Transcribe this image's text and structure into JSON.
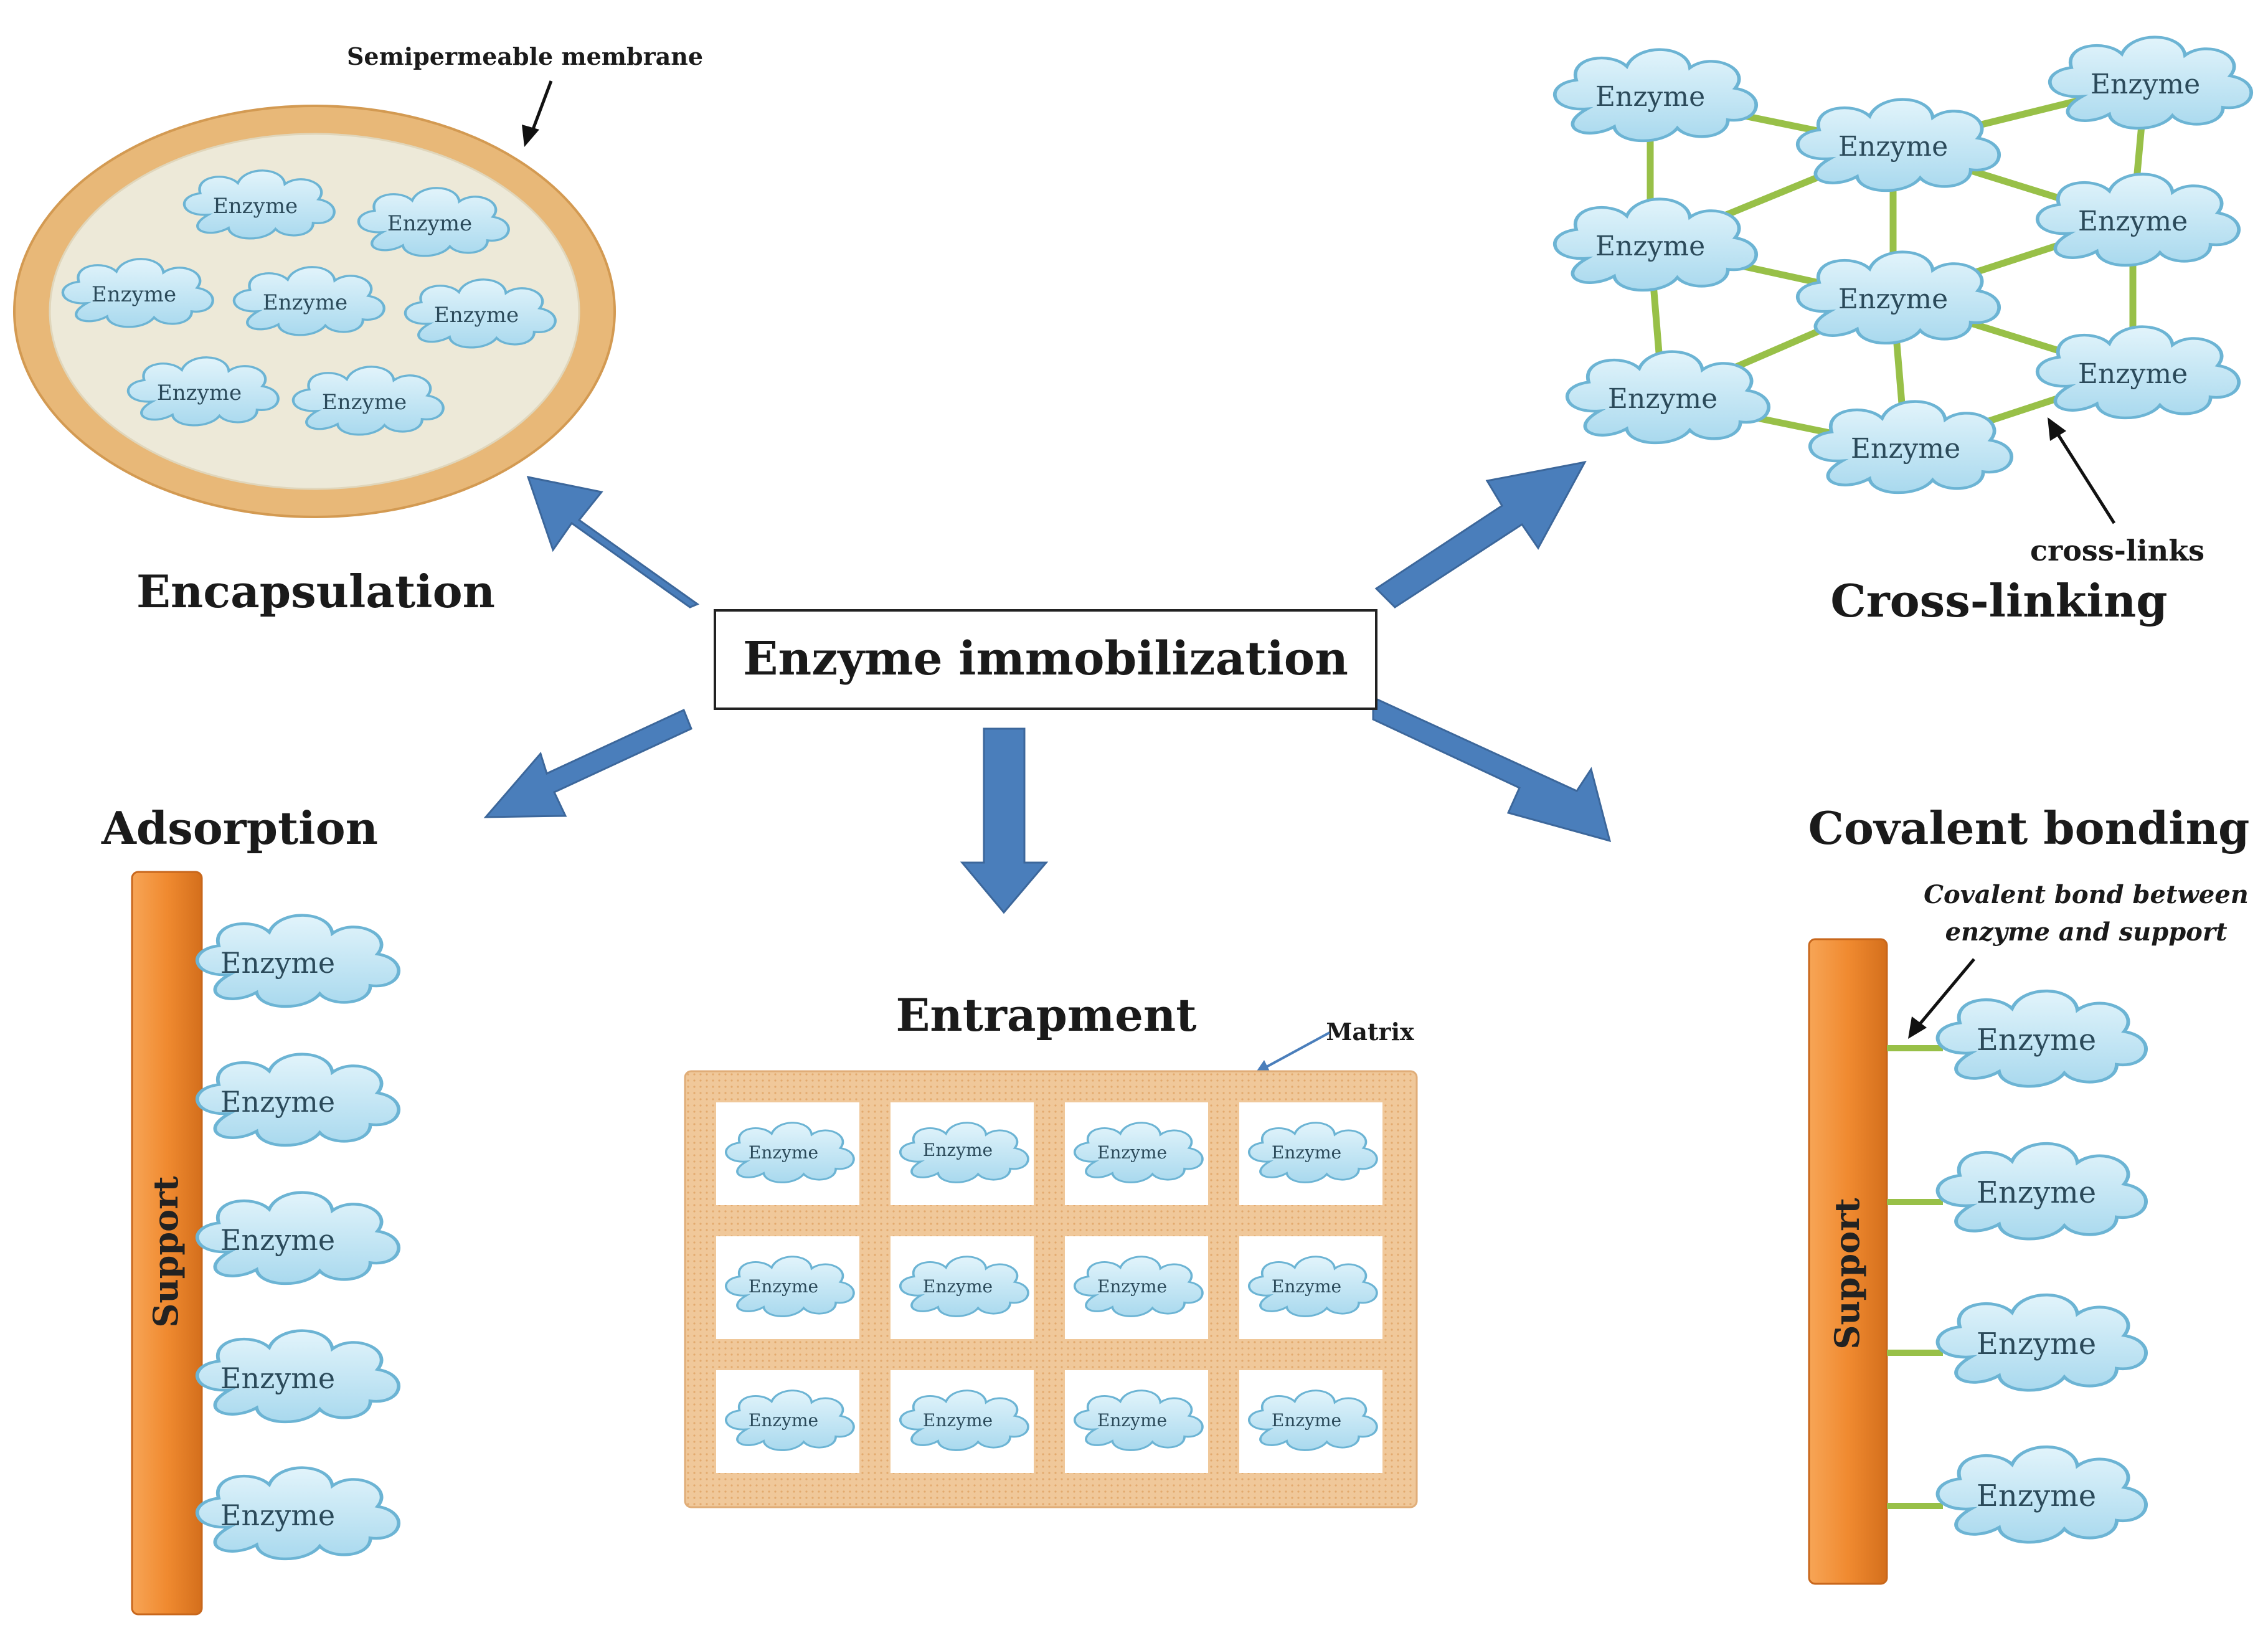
{
  "center": {
    "title": "Enzyme immobilization"
  },
  "enzyme_label": "Enzyme",
  "methods": {
    "encapsulation": {
      "title": "Encapsulation",
      "annotation": "Semipermeable membrane"
    },
    "cross_linking": {
      "title": "Cross-linking",
      "annotation": "cross-links"
    },
    "adsorption": {
      "title": "Adsorption",
      "support_label": "Support"
    },
    "entrapment": {
      "title": "Entrapment",
      "annotation": "Matrix"
    },
    "covalent": {
      "title": "Covalent bonding",
      "annotation_line1": "Covalent bond between",
      "annotation_line2": "enzyme and support",
      "support_label": "Support"
    }
  },
  "colors": {
    "arrow": "#4a7ebb",
    "cloud_fill": "#c2e6f4",
    "cloud_stroke": "#5ba3c5",
    "support_orange": "#f08a30",
    "membrane": "#e8b878",
    "matrix": "#f0c89a",
    "link_green": "#98c048"
  }
}
